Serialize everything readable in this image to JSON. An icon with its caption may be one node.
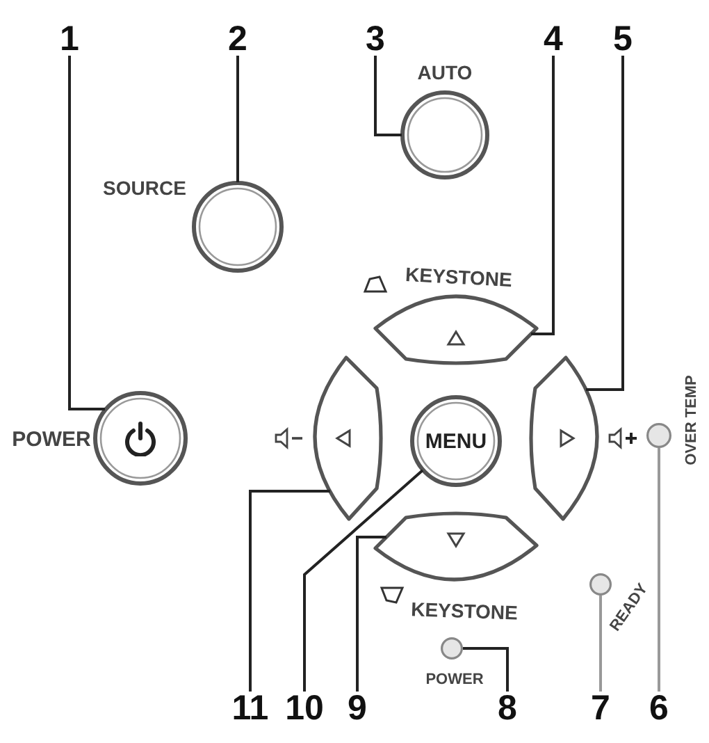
{
  "diagram": {
    "nodes": [
      {
        "text": [
          "1"
        ]
      },
      {
        "text": [
          "2"
        ]
      },
      {
        "text": [
          "3"
        ]
      },
      {
        "text": [
          "4"
        ]
      },
      {
        "text": [
          "5"
        ]
      },
      {
        "text": [
          "6"
        ]
      },
      {
        "text": [
          "7"
        ]
      },
      {
        "text": [
          "8"
        ]
      },
      {
        "text": [
          "9"
        ]
      },
      {
        "text": [
          "10"
        ]
      },
      {
        "text": [
          "11"
        ]
      },
      {
        "text": [],
        "shape": "circle",
        "beside": [
          "POWER"
        ]
      },
      {
        "text": [],
        "shape": "circle",
        "beside": [
          "SOURCE"
        ]
      },
      {
        "text": [],
        "shape": "circle",
        "beside": [
          "AUTO"
        ]
      },
      {
        "text": [],
        "shape": "box",
        "beside": [
          "KEYSTONE"
        ]
      },
      {
        "text": [],
        "shape": "box"
      },
      {
        "text": [],
        "shape": "circle",
        "beside": [
          "OVER TEMP"
        ]
      },
      {
        "text": [],
        "shape": "circle",
        "beside": [
          "READY"
        ]
      },
      {
        "text": [],
        "shape": "circle",
        "beside": [
          "POWER"
        ]
      },
      {
        "text": [],
        "shape": "box",
        "beside": [
          "KEYSTONE"
        ]
      },
      {
        "text": [
          "MENU"
        ]
      },
      {
        "text": [],
        "shape": "box"
      }
    ],
    "edges": [
      {
        "from": 0,
        "to": 11,
        "arrow": "none"
      },
      {
        "from": 1,
        "to": 12,
        "arrow": "none"
      },
      {
        "from": 2,
        "to": 13,
        "arrow": "none"
      },
      {
        "from": 3,
        "to": 14,
        "arrow": "none"
      },
      {
        "from": 4,
        "to": 21,
        "arrow": "none"
      },
      {
        "from": 5,
        "to": 16,
        "arrow": "none",
        "color": "#999999"
      },
      {
        "from": 6,
        "to": 17,
        "arrow": "none",
        "color": "#999999"
      },
      {
        "from": 7,
        "to": 18,
        "arrow": "none"
      },
      {
        "from": 8,
        "to": 19,
        "arrow": "none"
      },
      {
        "from": 9,
        "to": 20,
        "arrow": "none"
      },
      {
        "from": 10,
        "to": 15,
        "arrow": "none"
      }
    ]
  }
}
